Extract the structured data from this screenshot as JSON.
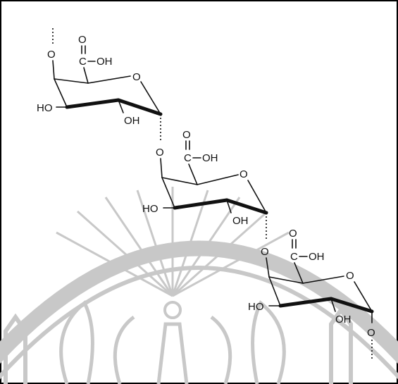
{
  "structure": {
    "units": [
      {
        "carboxyl_O": "O",
        "carboxyl_C": "C",
        "carboxyl_OH": "OH",
        "ring_O": "O",
        "hydroxyl_left": "HO",
        "hydroxyl_bottom": "OH",
        "link_O": "O"
      },
      {
        "carboxyl_O": "O",
        "carboxyl_C": "C",
        "carboxyl_OH": "OH",
        "ring_O": "O",
        "hydroxyl_left": "HO",
        "hydroxyl_bottom": "OH",
        "link_O": "O"
      },
      {
        "carboxyl_O": "O",
        "carboxyl_C": "C",
        "carboxyl_OH": "OH",
        "ring_O": "O",
        "hydroxyl_left": "HO",
        "hydroxyl_bottom": "OH",
        "link_O": "O"
      }
    ],
    "terminal_O": "O"
  },
  "colors": {
    "ink": "#111111",
    "watermark": "#c8c8c8",
    "border": "#000000"
  }
}
